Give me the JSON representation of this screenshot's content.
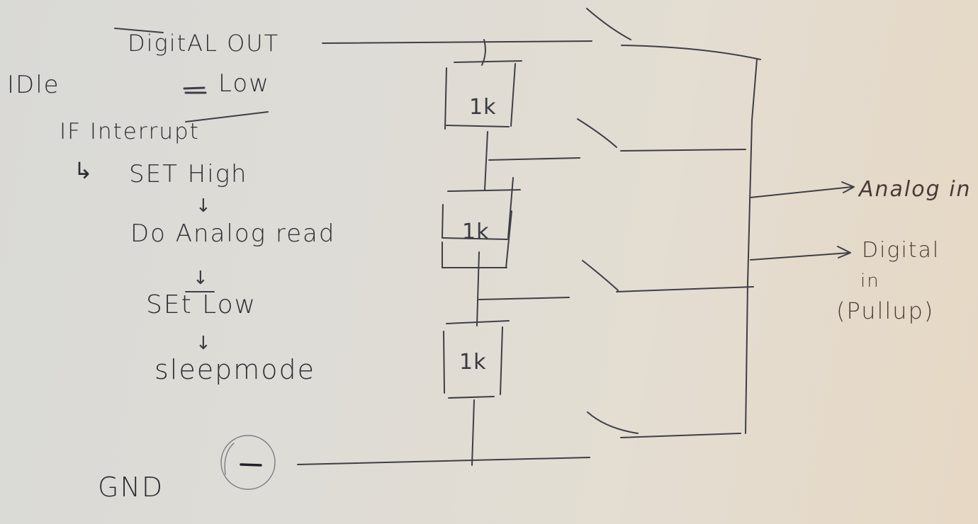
{
  "sheet": {
    "paper_color_left": "#d9d9d6",
    "paper_color_right": "#e6d8c4",
    "ink_color": "#3a3940"
  },
  "rails": {
    "top_label": "DigitAL OUT",
    "bottom_label": "GND",
    "bottom_symbol": "−"
  },
  "flowchart": {
    "state_label": "IDle",
    "idle_value": "= Low",
    "steps": [
      {
        "text": "IF Interrupt"
      },
      {
        "text": "SET High",
        "arrow": "↳"
      },
      {
        "text": "Do Analog read",
        "arrow": "↓"
      },
      {
        "text": "SEt Low",
        "arrow": "↓"
      },
      {
        "text": "sleepmode",
        "arrow": "↓"
      }
    ]
  },
  "resistors": [
    {
      "label": "1k"
    },
    {
      "label": "1k"
    },
    {
      "label": "1k"
    }
  ],
  "switches_count": 4,
  "outputs": [
    {
      "label": "Analog in"
    },
    {
      "label": "Digital in (Pullup)",
      "line1": "Digital",
      "line2": "in",
      "line3": "(Pullup)"
    }
  ]
}
